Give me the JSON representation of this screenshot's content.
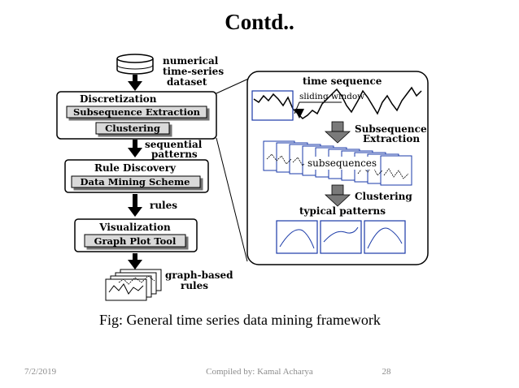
{
  "slide": {
    "title": "Contd..",
    "caption": "Fig: General time series data mining framework",
    "footer_date": "7/2/2019",
    "footer_credit": "Compiled by: Kamal Acharya",
    "footer_page": "28"
  },
  "diagram": {
    "dataset_label_lines": [
      "numerical",
      "time-series",
      "dataset"
    ],
    "discretization_title": "Discretization",
    "subsequence_extraction": "Subsequence Extraction",
    "clustering": "Clustering",
    "sequential_patterns_lines": [
      "sequential",
      "patterns"
    ],
    "rule_discovery_title": "Rule Discovery",
    "data_mining_scheme": "Data Mining Scheme",
    "rules_label": "rules",
    "visualization_title": "Visualization",
    "graph_plot_tool": "Graph Plot Tool",
    "graph_based_rules_lines": [
      "graph-based",
      "rules"
    ],
    "detail": {
      "time_sequence": "time sequence",
      "sliding_window": "sliding window",
      "subsequence_extraction_lines": [
        "Subsequence",
        "Extraction"
      ],
      "subsequences": "subsequences",
      "clustering": "Clustering",
      "typical_patterns": "typical patterns"
    }
  }
}
